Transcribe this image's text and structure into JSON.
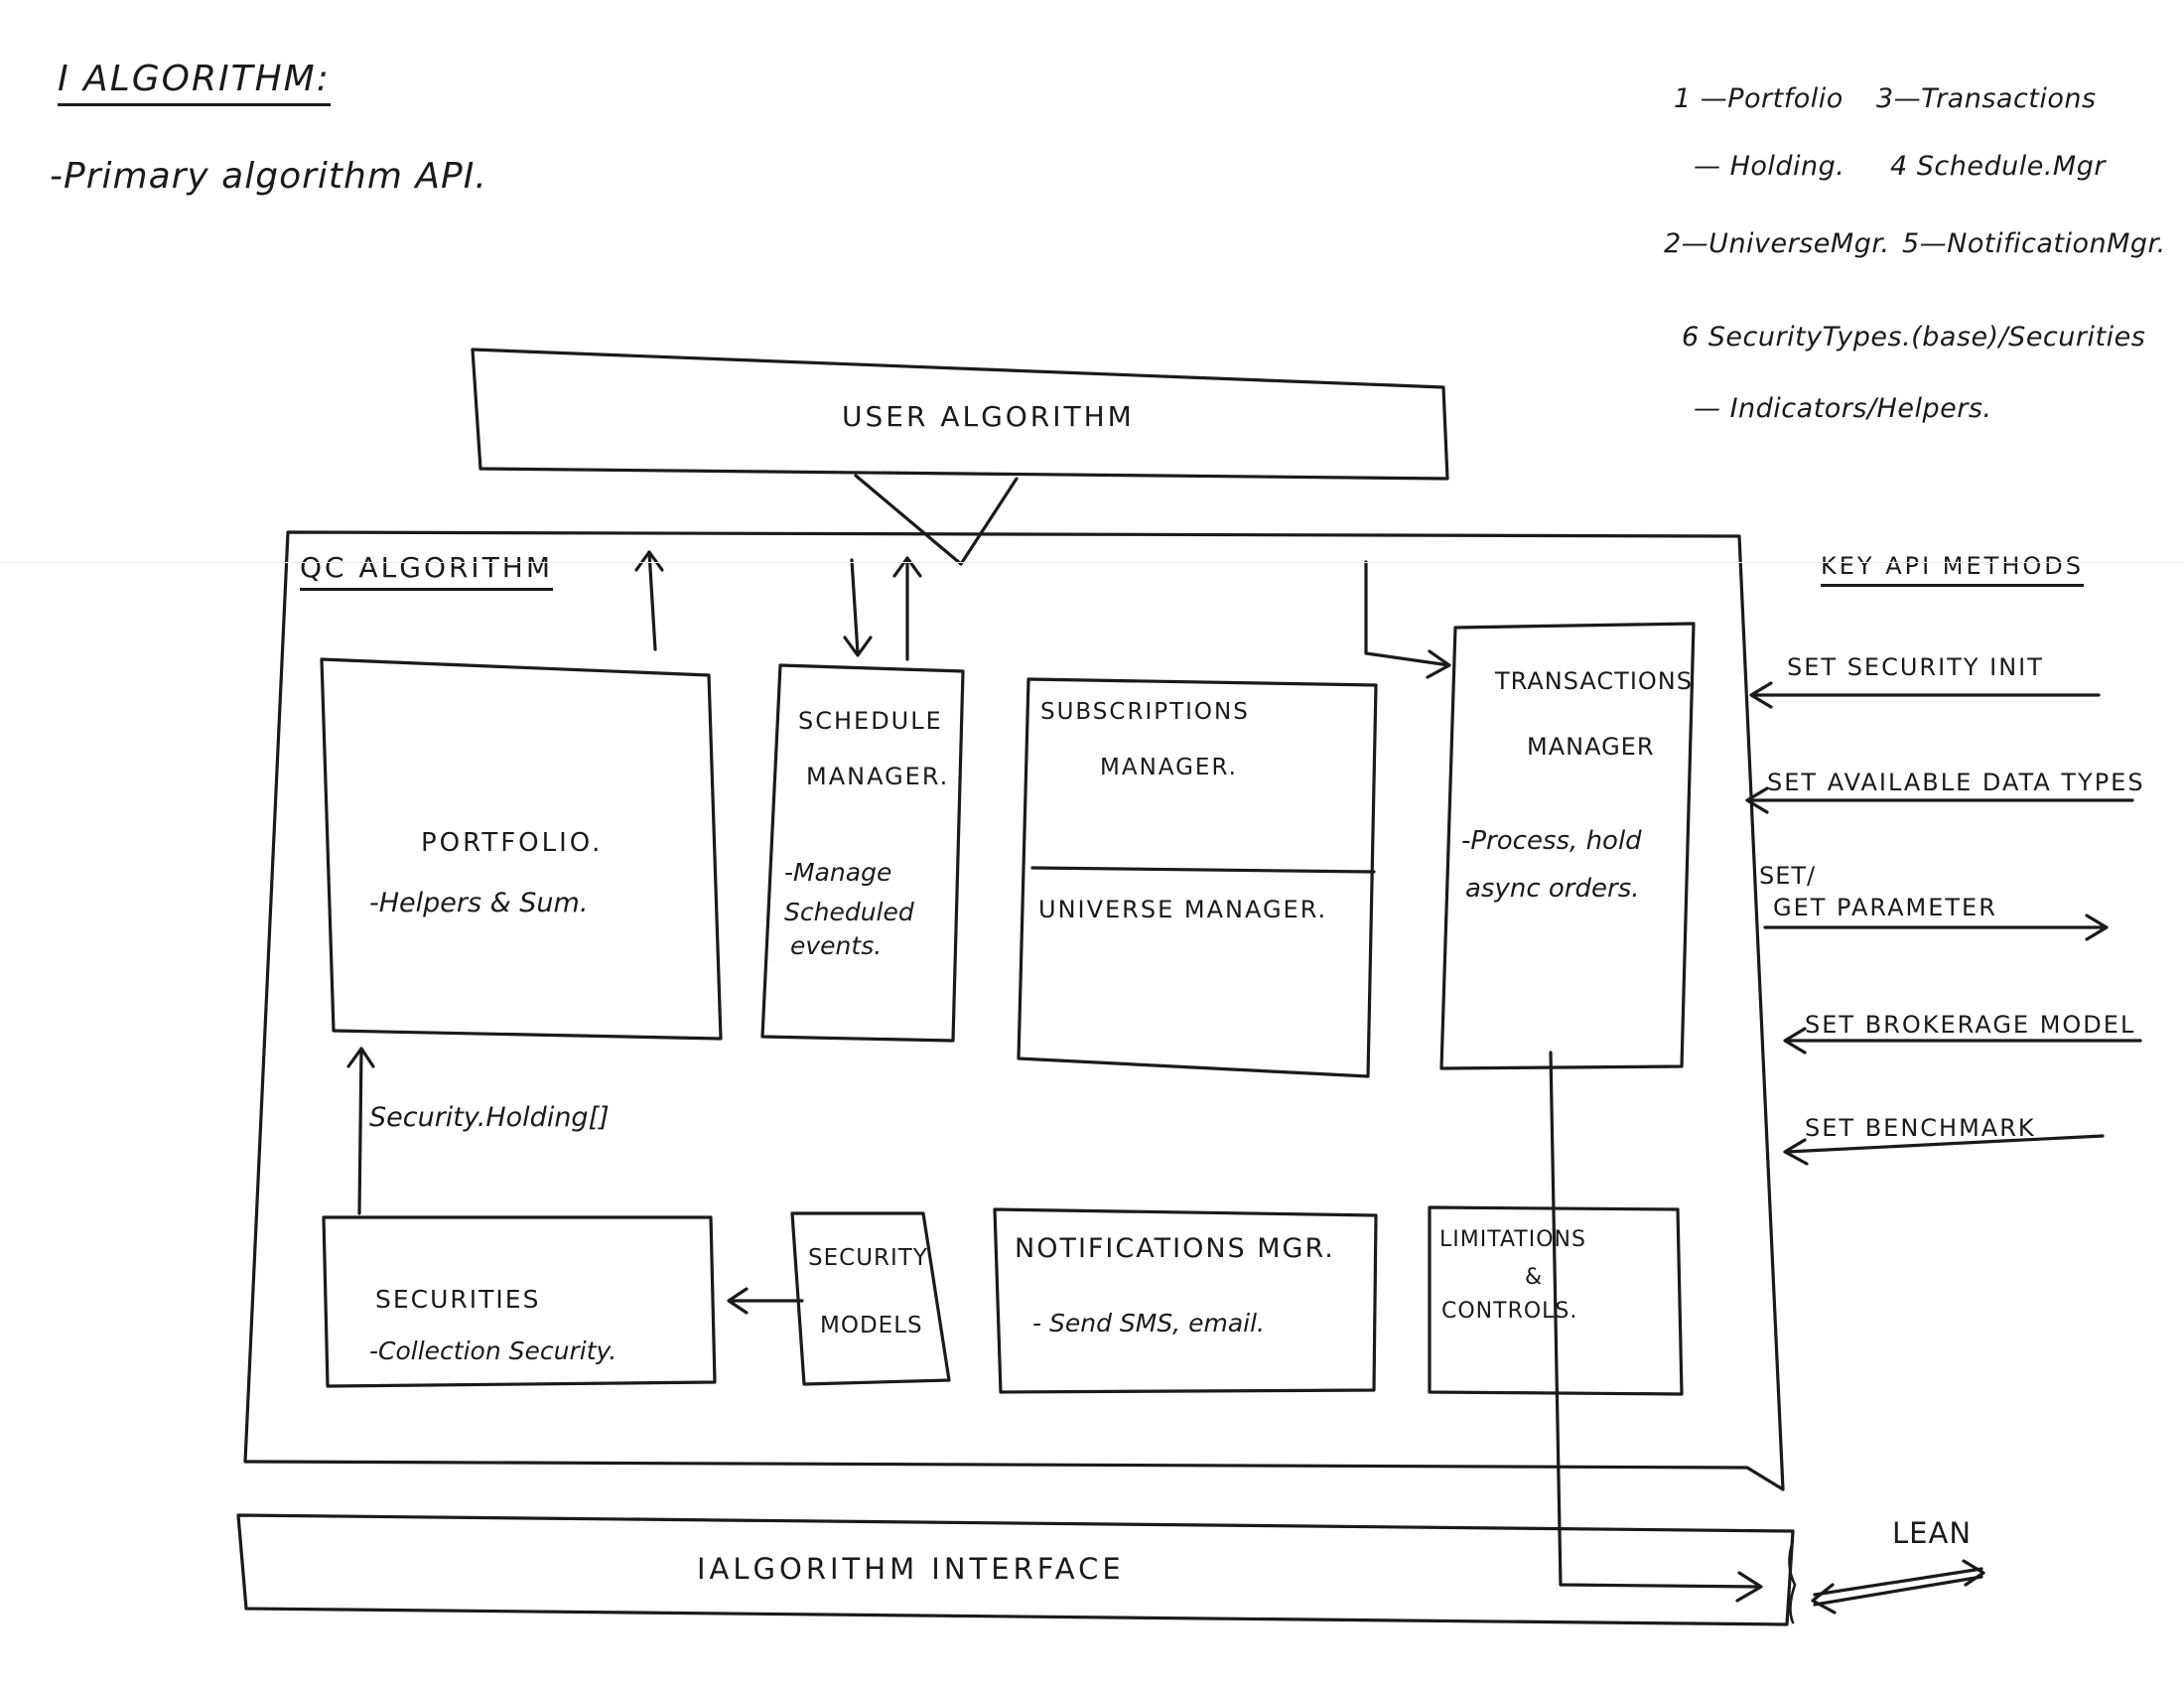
{
  "header": {
    "title": "I ALGORITHM:",
    "subtitle": "-Primary algorithm API."
  },
  "legend_notes": [
    "1 —Portfolio",
    "3—Transactions",
    "— Holding.",
    "4 Schedule.Mgr",
    "2—UniverseMgr.",
    "5—NotificationMgr.",
    "6 SecurityTypes.(base)/Securities",
    "— Indicators/Helpers."
  ],
  "diagram": {
    "user_algorithm": "USER ALGORITHM",
    "qc_algorithm": "QC ALGORITHM",
    "portfolio": {
      "title": "PORTFOLIO.",
      "desc": "-Helpers & Sum."
    },
    "schedule_manager": {
      "title_1": "SCHEDULE",
      "title_2": "MANAGER.",
      "desc_1": "-Manage",
      "desc_2": "Scheduled",
      "desc_3": "events."
    },
    "subscriptions_manager": {
      "title_1": "SUBSCRIPTIONS",
      "title_2": "MANAGER."
    },
    "universe_manager": {
      "title": "UNIVERSE MANAGER."
    },
    "transactions_manager": {
      "title_1": "TRANSACTIONS",
      "title_2": "MANAGER",
      "desc_1": "-Process, hold",
      "desc_2": "async orders."
    },
    "security_holding_label": "Security.Holding[]",
    "securities": {
      "title": "SECURITIES",
      "desc": "-Collection Security."
    },
    "security_models": {
      "title_1": "SECURITY",
      "title_2": "MODELS"
    },
    "notifications_mgr": {
      "title": "NOTIFICATIONS MGR.",
      "desc": "- Send SMS, email."
    },
    "limitations_controls": {
      "title_1": "LIMITATIONS",
      "title_2": "&",
      "title_3": "CONTROLS."
    },
    "ialgorithm_interface": "IALGORITHM INTERFACE",
    "lean": "LEAN"
  },
  "key_api_methods": {
    "heading": "KEY API METHODS",
    "items": [
      "SET SECURITY INIT",
      "SET AVAILABLE DATA TYPES",
      "SET/",
      "GET PARAMETER",
      "SET BROKERAGE MODEL",
      "SET BENCHMARK"
    ]
  }
}
